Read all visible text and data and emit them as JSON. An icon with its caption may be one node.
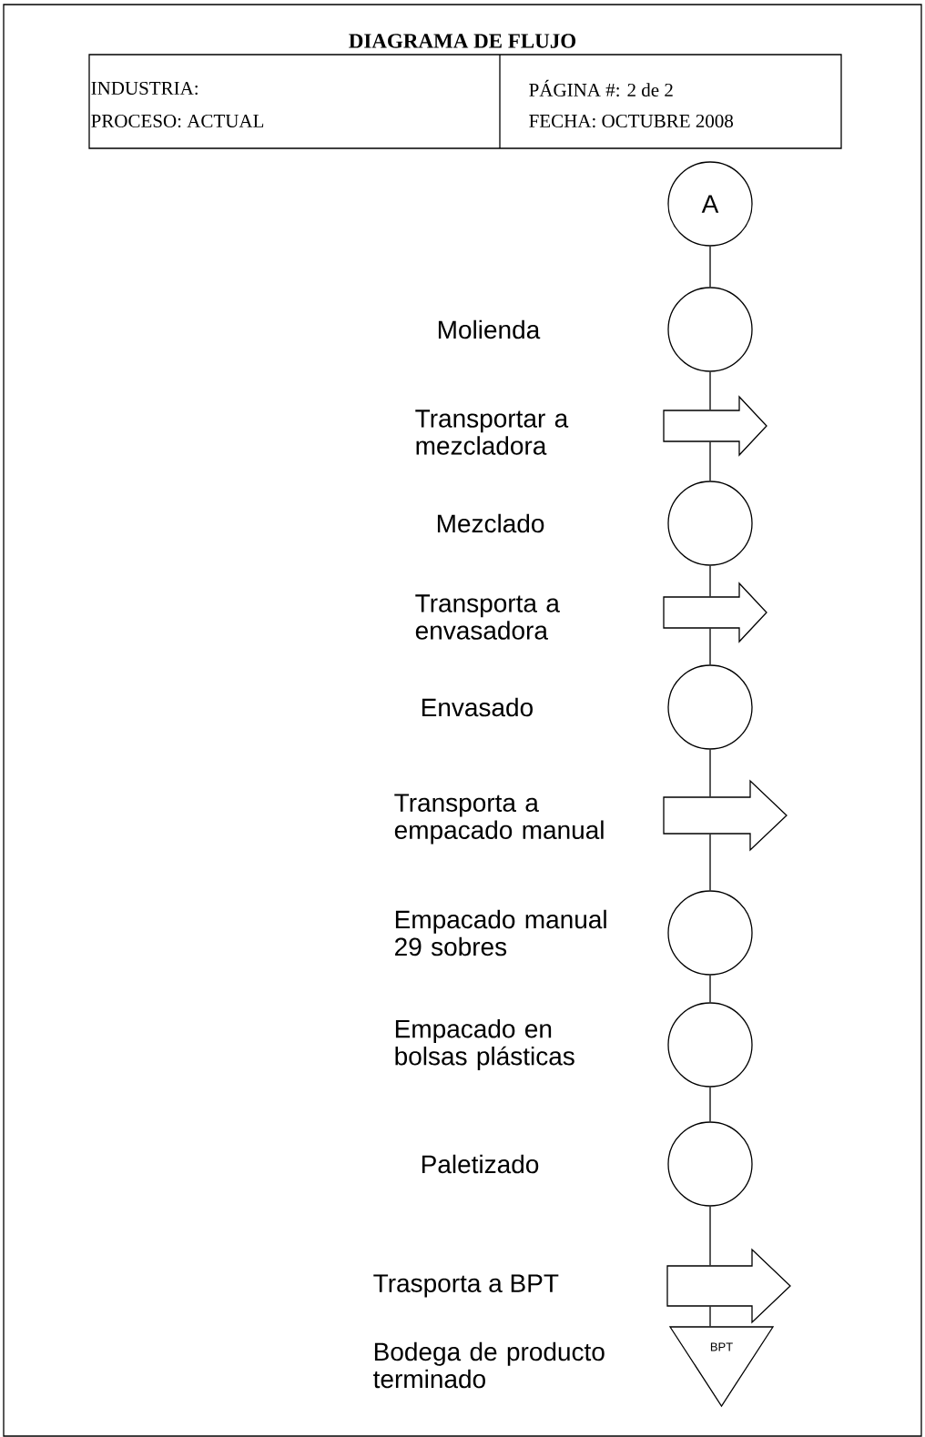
{
  "diagram": {
    "title": "DIAGRAMA DE FLUJO",
    "nodes": [
      {
        "text": [
          "A"
        ]
      },
      {
        "text": [],
        "shape": "circle"
      },
      {
        "text": [],
        "shape": "arrow"
      },
      {
        "text": [],
        "shape": "circle"
      },
      {
        "text": [],
        "shape": "arrow"
      },
      {
        "text": [],
        "shape": "circle"
      },
      {
        "text": [],
        "shape": "arrow"
      },
      {
        "text": [],
        "shape": "circle"
      },
      {
        "text": [],
        "shape": "circle"
      },
      {
        "text": [],
        "shape": "circle"
      },
      {
        "text": [],
        "shape": "arrow"
      },
      {
        "text": [
          "BPT"
        ]
      }
    ],
    "edges": [
      {
        "from": 0,
        "to": 1,
        "arrow": "none"
      },
      {
        "from": 1,
        "to": 2,
        "arrow": "none"
      },
      {
        "from": 2,
        "to": 3,
        "arrow": "none"
      },
      {
        "from": 3,
        "to": 4,
        "arrow": "none"
      },
      {
        "from": 4,
        "to": 5,
        "arrow": "none"
      },
      {
        "from": 5,
        "to": 6,
        "arrow": "none"
      },
      {
        "from": 6,
        "to": 7,
        "arrow": "none"
      },
      {
        "from": 7,
        "to": 8,
        "arrow": "none"
      },
      {
        "from": 8,
        "to": 9,
        "arrow": "none"
      },
      {
        "from": 9,
        "to": 10,
        "arrow": "none"
      },
      {
        "from": 10,
        "to": 11,
        "arrow": "none"
      }
    ],
    "labels": [
      "INDUSTRIA:",
      "PÁGINA #:    2 de 2",
      "PROCESO: ACTUAL",
      "FECHA: OCTUBRE 2008",
      "Molienda",
      "Transportar a mezcladora",
      "Mezclado",
      "Transporta a envasadora",
      "Envasado",
      "Transporta a empacado manual",
      "Empacado manual 29 sobres",
      "Empacado en bolsas plásticas",
      "Paletizado",
      "Trasporta a BPT",
      "Bodega de producto terminado"
    ]
  }
}
